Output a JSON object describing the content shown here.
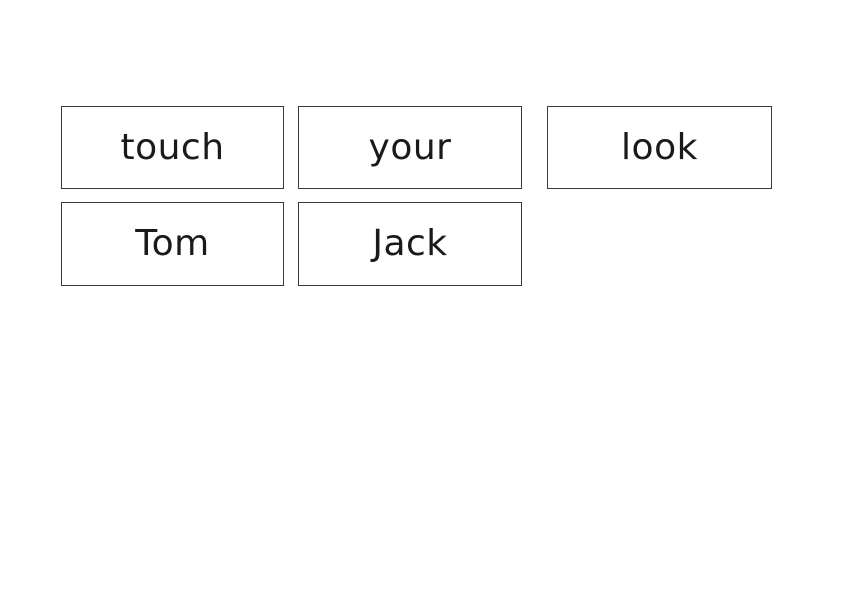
{
  "cards": [
    {
      "label": "touch"
    },
    {
      "label": "your"
    },
    {
      "label": "look"
    },
    {
      "label": "Tom"
    },
    {
      "label": "Jack"
    }
  ],
  "colors": {
    "card_border": "#3a3a3a",
    "card_background": "#ffffff",
    "text": "#1a1a1a",
    "page_background": "#ffffff"
  }
}
